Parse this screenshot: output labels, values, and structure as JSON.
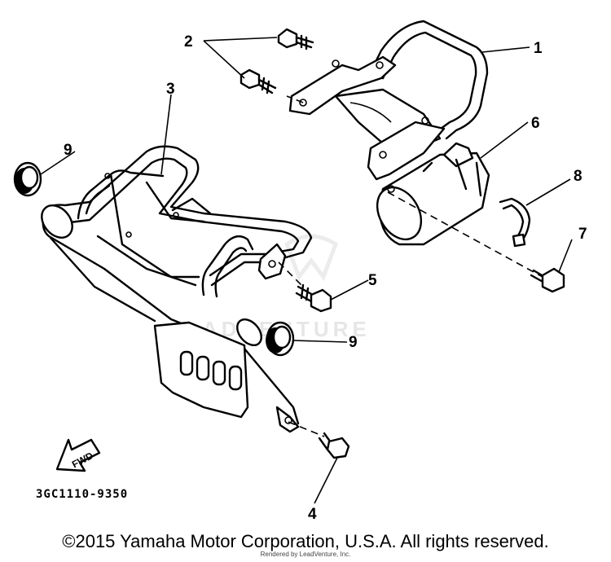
{
  "callouts": {
    "c1": "1",
    "c2": "2",
    "c3": "3",
    "c4": "4",
    "c5": "5",
    "c6": "6",
    "c7": "7",
    "c8": "8",
    "c9a": "9",
    "c9b": "9"
  },
  "part_code": "3GC1110-9350",
  "fwd_label": "FWD",
  "watermark": "ADVENTURE",
  "copyright": "©2015 Yamaha Motor Corporation, U.S.A. All rights reserved.",
  "rendered_by": "Rendered by LeadVenture, Inc."
}
